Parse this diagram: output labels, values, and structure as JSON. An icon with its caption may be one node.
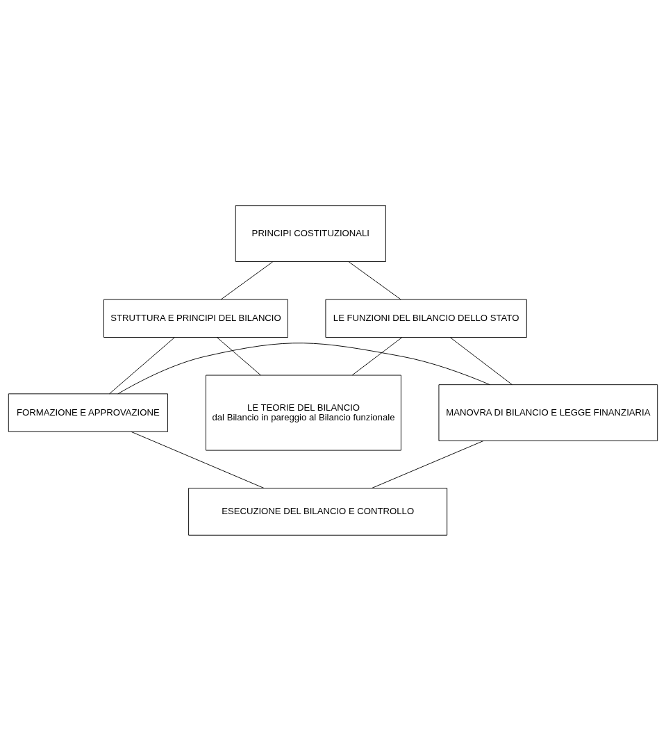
{
  "diagram": {
    "nodes": [
      {
        "text": [
          "PRINCIPI COSTITUZIONALI"
        ]
      },
      {
        "text": [
          "STRUTTURA E PRINCIPI DEL BILANCIO"
        ]
      },
      {
        "text": [
          "LE FUNZIONI DEL BILANCIO DELLO STATO"
        ]
      },
      {
        "text": [
          "LE TEORIE DEL BILANCIO",
          "dal Bilancio in pareggio al Bilancio funzionale"
        ]
      },
      {
        "text": [
          "FORMAZIONE E APPROVAZIONE"
        ]
      },
      {
        "text": [
          "MANOVRA DI BILANCIO E LEGGE FINANZIARIA"
        ]
      },
      {
        "text": [
          "ESECUZIONE DEL BILANCIO E CONTROLLO"
        ]
      }
    ],
    "edges": [
      {
        "from": 0,
        "to": 1,
        "arrow": "none"
      },
      {
        "from": 0,
        "to": 2,
        "arrow": "none"
      },
      {
        "from": 1,
        "to": 3,
        "arrow": "none"
      },
      {
        "from": 2,
        "to": 3,
        "arrow": "none"
      },
      {
        "from": 1,
        "to": 4,
        "arrow": "none"
      },
      {
        "from": 2,
        "to": 5,
        "arrow": "none"
      },
      {
        "from": 4,
        "to": 5,
        "arrow": "none"
      },
      {
        "from": 4,
        "to": 6,
        "arrow": "none"
      },
      {
        "from": 5,
        "to": 6,
        "arrow": "none"
      }
    ]
  }
}
